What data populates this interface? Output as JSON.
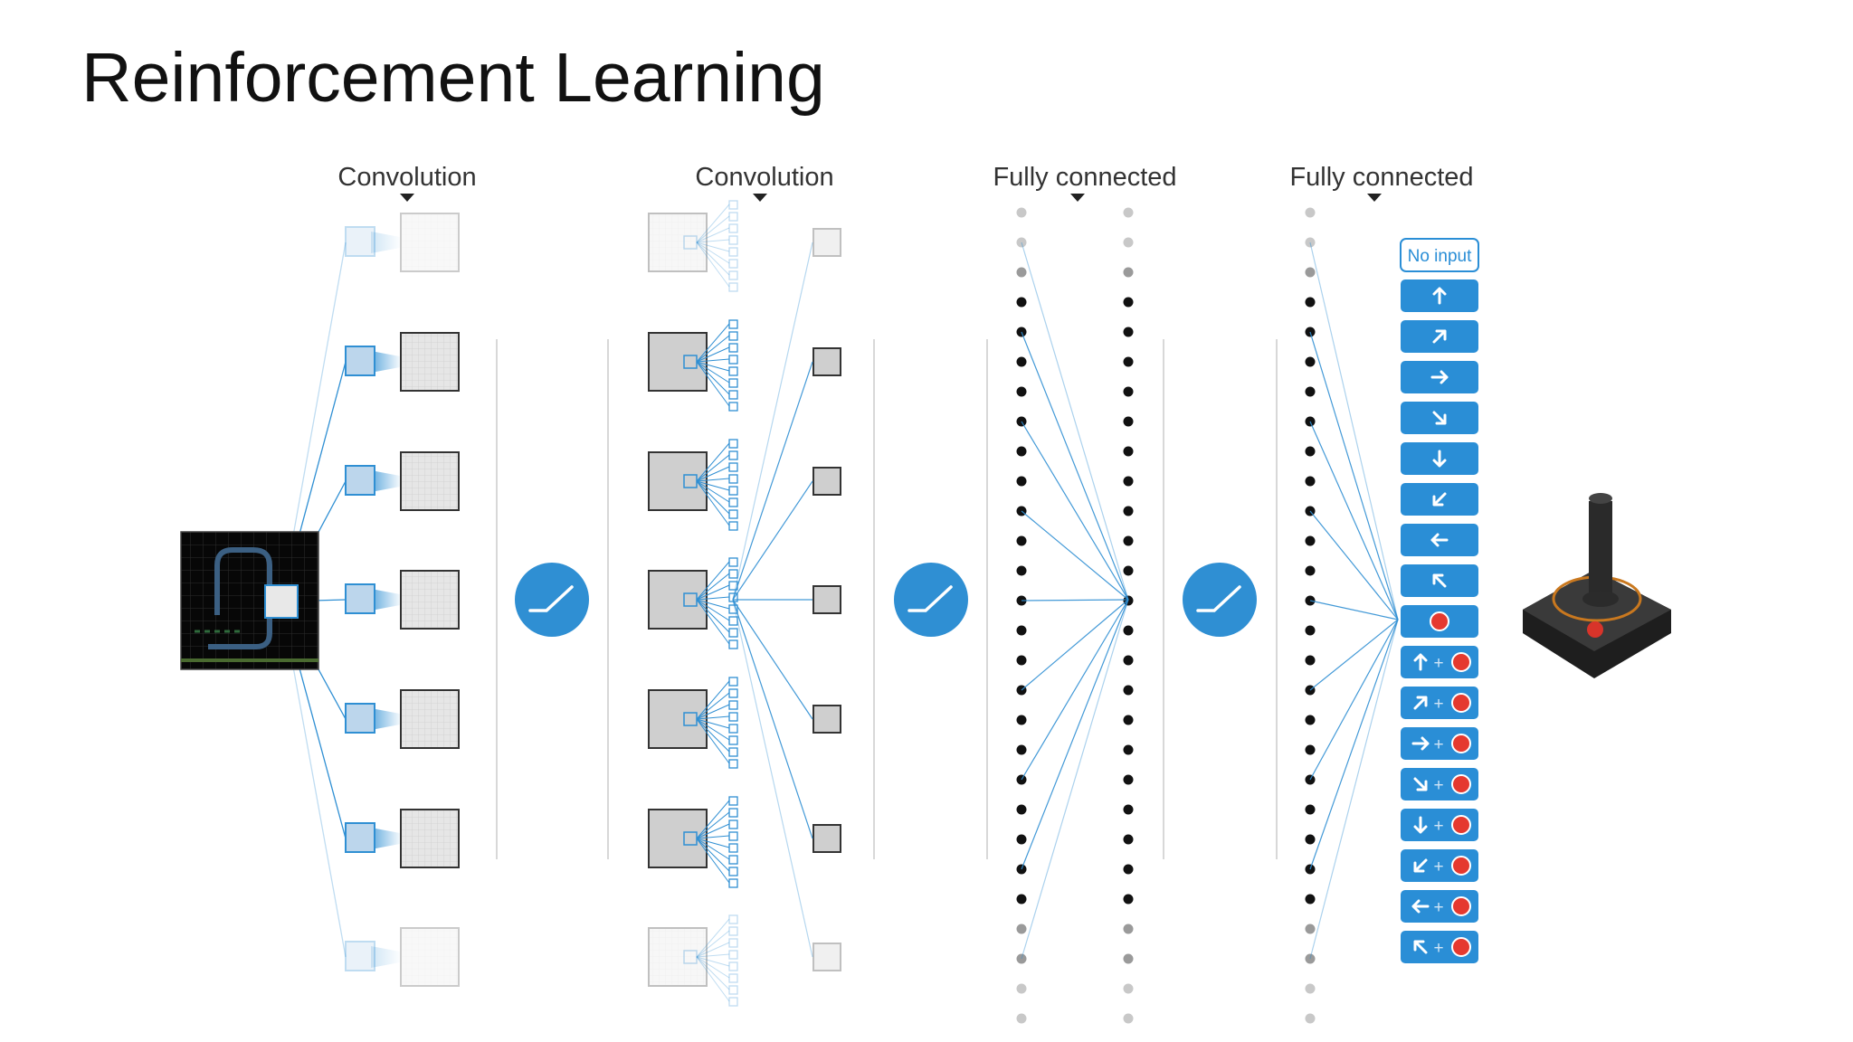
{
  "title": "Reinforcement Learning",
  "stage_labels": [
    "Convolution",
    "Convolution",
    "Fully connected",
    "Fully connected"
  ],
  "output_actions": [
    {
      "label": "No input",
      "icon": null,
      "fire": false
    },
    {
      "label": "",
      "icon": "arrow-up-icon",
      "fire": false
    },
    {
      "label": "",
      "icon": "arrow-up-right-icon",
      "fire": false
    },
    {
      "label": "",
      "icon": "arrow-right-icon",
      "fire": false
    },
    {
      "label": "",
      "icon": "arrow-down-right-icon",
      "fire": false
    },
    {
      "label": "",
      "icon": "arrow-down-icon",
      "fire": false
    },
    {
      "label": "",
      "icon": "arrow-down-left-icon",
      "fire": false
    },
    {
      "label": "",
      "icon": "arrow-left-icon",
      "fire": false
    },
    {
      "label": "",
      "icon": "arrow-up-left-icon",
      "fire": false
    },
    {
      "label": "",
      "icon": null,
      "fire": true
    },
    {
      "label": "+",
      "icon": "arrow-up-icon",
      "fire": true
    },
    {
      "label": "+",
      "icon": "arrow-up-right-icon",
      "fire": true
    },
    {
      "label": "+",
      "icon": "arrow-right-icon",
      "fire": true
    },
    {
      "label": "+",
      "icon": "arrow-down-right-icon",
      "fire": true
    },
    {
      "label": "+",
      "icon": "arrow-down-icon",
      "fire": true
    },
    {
      "label": "+",
      "icon": "arrow-down-left-icon",
      "fire": true
    },
    {
      "label": "+",
      "icon": "arrow-left-icon",
      "fire": true
    },
    {
      "label": "+",
      "icon": "arrow-up-left-icon",
      "fire": true
    }
  ],
  "activation_icon": "relu-icon",
  "input_icon": "game-screen-icon",
  "output_device_icon": "joystick-icon",
  "colors": {
    "accent": "#2f8fd3",
    "action_button": "#2a8ed6",
    "fire_red": "#e5392f",
    "feature_map_fill": "#e4e4e4",
    "neuron": "#111111"
  }
}
